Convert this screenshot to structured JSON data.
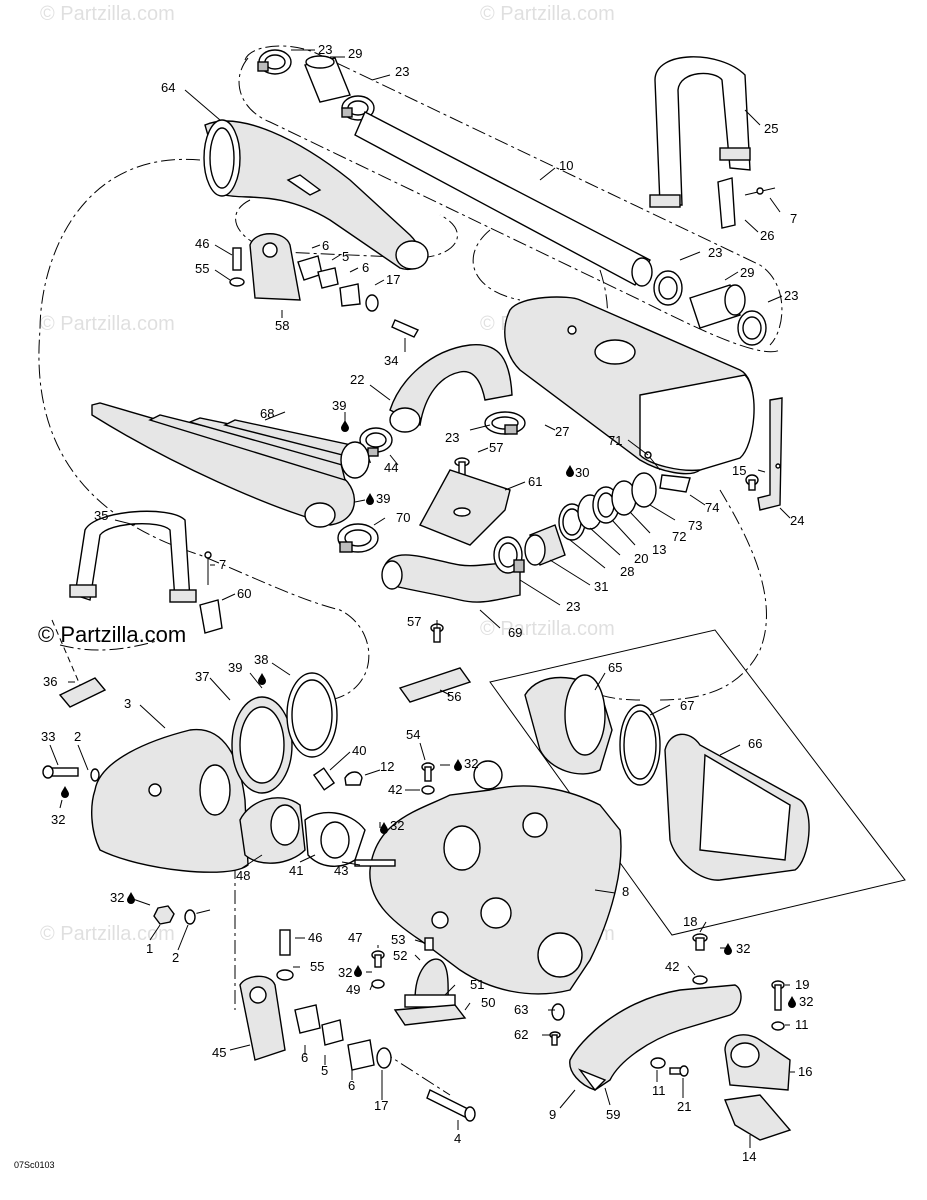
{
  "watermarks": {
    "main": "© Partzilla.com",
    "faded": "© Partzilla.com"
  },
  "drawing_code": "07Sc0103",
  "glue_icon": "adhesive-drop-icon",
  "callouts": {
    "c23a": "23",
    "c29a": "29",
    "c23b": "23",
    "c64": "64",
    "c25": "25",
    "c10": "10",
    "c7a": "7",
    "c26": "26",
    "c46a": "46",
    "c6a": "6",
    "c5a": "5",
    "c6b": "6",
    "c55a": "55",
    "c17a": "17",
    "c58": "58",
    "c23c": "23",
    "c29b": "29",
    "c23d": "23",
    "c34": "34",
    "c22": "22",
    "c39a": "39",
    "c68": "68",
    "c23e": "23",
    "c57a": "57",
    "c44": "44",
    "c27": "27",
    "c71": "71",
    "c30": "30",
    "c15": "15",
    "c61": "61",
    "c39b": "39",
    "c74": "74",
    "c24": "24",
    "c35": "35",
    "c70": "70",
    "c73": "73",
    "c72": "72",
    "c13": "13",
    "c20": "20",
    "c28": "28",
    "c31": "31",
    "c7b": "7",
    "c60": "60",
    "c23f": "23",
    "c57b": "57",
    "c69": "69",
    "c65": "65",
    "c39c": "39",
    "c38": "38",
    "c36": "36",
    "c37": "37",
    "c56": "56",
    "c67": "67",
    "c3": "3",
    "c66": "66",
    "c54": "54",
    "c32a": "32",
    "c33": "33",
    "c2a": "2",
    "c40": "40",
    "c12": "12",
    "c42a": "42",
    "c32b": "32",
    "c32c": "32",
    "c48": "48",
    "c41": "41",
    "c43": "43",
    "c8": "8",
    "c32d": "32",
    "c18": "18",
    "c32e": "32",
    "c1": "1",
    "c2b": "2",
    "c46b": "46",
    "c47": "47",
    "c53": "53",
    "c52": "52",
    "c42b": "42",
    "c55b": "55",
    "c32f": "32",
    "c49": "49",
    "c51": "51",
    "c50": "50",
    "c19": "19",
    "c32g": "32",
    "c11a": "11",
    "c63": "63",
    "c62": "62",
    "c16": "16",
    "c45": "45",
    "c6c": "6",
    "c5b": "5",
    "c6d": "6",
    "c17b": "17",
    "c9": "9",
    "c59": "59",
    "c11b": "11",
    "c21": "21",
    "c14": "14",
    "c4": "4"
  }
}
